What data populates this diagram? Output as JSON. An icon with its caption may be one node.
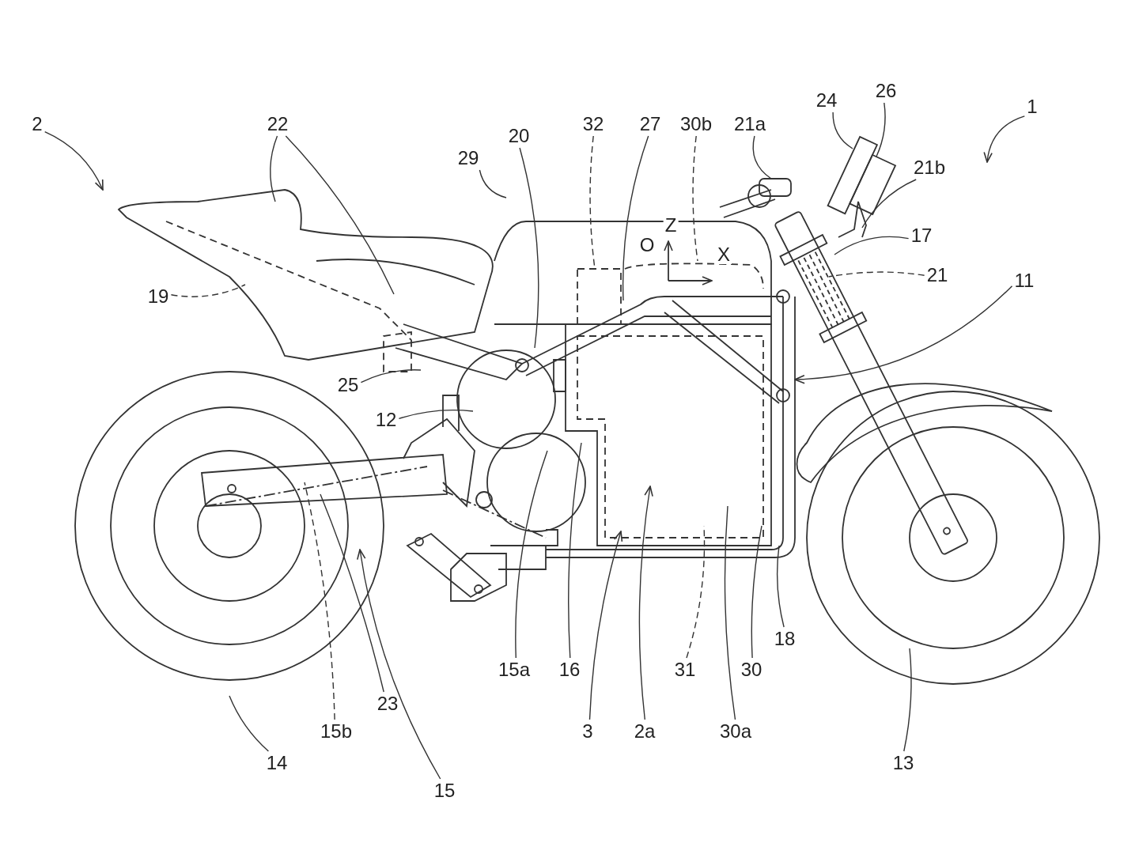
{
  "diagram": {
    "nodes": [
      {
        "text": [
          "2"
        ]
      },
      {
        "text": [
          "22"
        ]
      },
      {
        "text": [
          "29"
        ]
      },
      {
        "text": [
          "20"
        ]
      },
      {
        "text": [
          "32"
        ]
      },
      {
        "text": [
          "27"
        ]
      },
      {
        "text": [
          "30b"
        ]
      },
      {
        "text": [
          "21a"
        ]
      },
      {
        "text": [
          "24"
        ]
      },
      {
        "text": [
          "26"
        ]
      },
      {
        "text": [
          "1"
        ]
      },
      {
        "text": [
          "21b"
        ]
      },
      {
        "text": [
          "17"
        ]
      },
      {
        "text": [
          "21"
        ]
      },
      {
        "text": [
          "11"
        ]
      },
      {
        "text": [
          "19"
        ]
      },
      {
        "text": [
          "25"
        ]
      },
      {
        "text": [
          "12"
        ]
      },
      {
        "text": [
          "15a"
        ]
      },
      {
        "text": [
          "16"
        ]
      },
      {
        "text": [
          "3"
        ]
      },
      {
        "text": [
          "2a"
        ]
      },
      {
        "text": [
          "31"
        ]
      },
      {
        "text": [
          "30a"
        ]
      },
      {
        "text": [
          "30"
        ]
      },
      {
        "text": [
          "18"
        ]
      },
      {
        "text": [
          "13"
        ]
      },
      {
        "text": [
          "14"
        ]
      },
      {
        "text": [
          "15b"
        ]
      },
      {
        "text": [
          "23"
        ]
      },
      {
        "text": [
          "15"
        ]
      }
    ],
    "edges": [
      {
        "from": 0,
        "to": null,
        "arrow": "to"
      },
      {
        "from": 1,
        "to": null,
        "arrow": "none"
      },
      {
        "from": 1,
        "to": null,
        "arrow": "none"
      },
      {
        "from": 2,
        "to": null,
        "arrow": "none"
      },
      {
        "from": 3,
        "to": null,
        "arrow": "none"
      },
      {
        "from": 4,
        "to": null,
        "arrow": "none",
        "style": "dashed"
      },
      {
        "from": 5,
        "to": null,
        "arrow": "none"
      },
      {
        "from": 6,
        "to": null,
        "arrow": "none",
        "style": "dashed"
      },
      {
        "from": 7,
        "to": null,
        "arrow": "none"
      },
      {
        "from": 8,
        "to": null,
        "arrow": "none"
      },
      {
        "from": 9,
        "to": null,
        "arrow": "none"
      },
      {
        "from": 10,
        "to": null,
        "arrow": "to"
      },
      {
        "from": 11,
        "to": null,
        "arrow": "none"
      },
      {
        "from": 12,
        "to": null,
        "arrow": "none"
      },
      {
        "from": 13,
        "to": null,
        "arrow": "none",
        "style": "dashed"
      },
      {
        "from": 14,
        "to": null,
        "arrow": "to"
      },
      {
        "from": 15,
        "to": null,
        "arrow": "none",
        "style": "dashed"
      },
      {
        "from": 16,
        "to": null,
        "arrow": "none"
      },
      {
        "from": 17,
        "to": null,
        "arrow": "none"
      },
      {
        "from": 18,
        "to": null,
        "arrow": "none"
      },
      {
        "from": 19,
        "to": null,
        "arrow": "none"
      },
      {
        "from": 20,
        "to": null,
        "arrow": "to"
      },
      {
        "from": 21,
        "to": null,
        "arrow": "to"
      },
      {
        "from": 22,
        "to": null,
        "arrow": "none",
        "style": "dashed"
      },
      {
        "from": 23,
        "to": null,
        "arrow": "none"
      },
      {
        "from": 24,
        "to": null,
        "arrow": "none"
      },
      {
        "from": 25,
        "to": null,
        "arrow": "none"
      },
      {
        "from": 26,
        "to": null,
        "arrow": "none"
      },
      {
        "from": 27,
        "to": null,
        "arrow": "none"
      },
      {
        "from": 28,
        "to": null,
        "arrow": "none",
        "style": "dashed"
      },
      {
        "from": 29,
        "to": null,
        "arrow": "none"
      },
      {
        "from": 30,
        "to": null,
        "arrow": "to"
      }
    ],
    "labels": [
      "Z",
      "O",
      "X"
    ]
  }
}
